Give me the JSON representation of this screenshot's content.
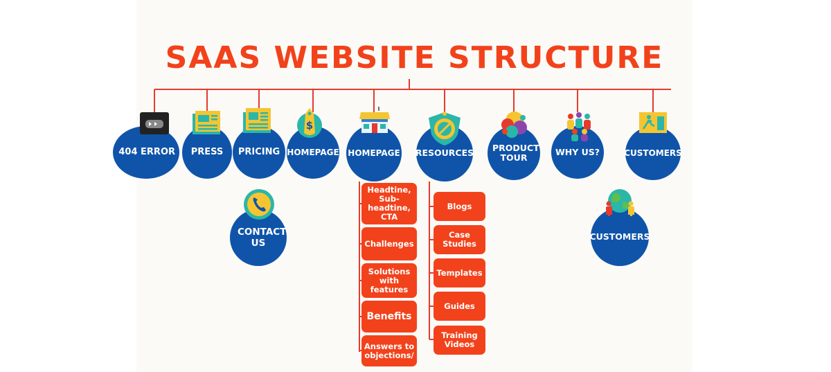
{
  "title": "SAAS WEBSITE STRUCTURE",
  "colors": {
    "accent": "#f2421b",
    "node": "#0f54a9",
    "line": "#e53b2c",
    "background": "#fbfaf7",
    "icon_yellow": "#f5c531",
    "icon_teal": "#2bb6a8",
    "icon_dark": "#222222"
  },
  "top_nodes": [
    {
      "label": "404 ERROR",
      "icon": "video-player-icon"
    },
    {
      "label": "PRESS",
      "icon": "newspaper-icon"
    },
    {
      "label": "PRICING",
      "icon": "newspaper-icon"
    },
    {
      "label": "HOMEPAGE",
      "icon": "price-tag-icon"
    },
    {
      "label": "HOMEPAGE",
      "icon": "store-icon"
    },
    {
      "label": "RESOURCES",
      "icon": "shield-compass-icon"
    },
    {
      "label": "PRODUCT TOUR",
      "icon": "colorful-blob-icon"
    },
    {
      "label": "WHY US?",
      "icon": "people-icon"
    },
    {
      "label": "CUSTOMERS",
      "icon": "exit-sign-icon"
    }
  ],
  "secondary_nodes": [
    {
      "label": "CONTACT US",
      "icon": "phone-icon"
    },
    {
      "label": "CUSTOMERS",
      "icon": "globe-people-icon"
    }
  ],
  "homepage_sections": [
    "Headtine, Sub-headtine, CTA",
    "Challenges",
    "Solutions with features",
    "Benefits",
    "Answers to objections/"
  ],
  "resources_items": [
    "Blogs",
    "Case Studies",
    "Templates",
    "Guides",
    "Training Videos"
  ]
}
